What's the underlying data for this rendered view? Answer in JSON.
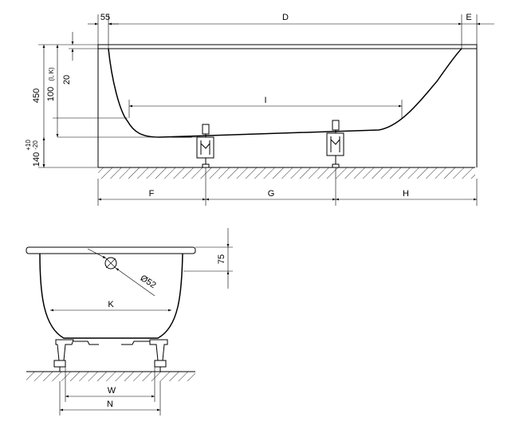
{
  "side_view": {
    "dim_55": "55",
    "dim_D": "D",
    "dim_E": "E",
    "dim_I": "I",
    "dim_F": "F",
    "dim_G": "G",
    "dim_H": "H",
    "dim_450": "450",
    "dim_100": "100",
    "dim_100_note": "(I, K)",
    "dim_20": "20",
    "dim_140": "140",
    "dim_tol_plus": "+10",
    "dim_tol_minus": "-20"
  },
  "end_view": {
    "dim_75": "75",
    "dim_drain": "Ø52",
    "dim_K": "K",
    "dim_W": "W",
    "dim_N": "N"
  }
}
